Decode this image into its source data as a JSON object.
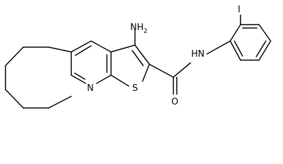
{
  "molecule": {
    "atoms": {
      "amine": {
        "main": "NH",
        "sub": "2"
      },
      "amide_nh": "HN",
      "iodine": "I",
      "pyridine_n": "N",
      "thiophene_s": "S",
      "carbonyl_o": "O"
    }
  }
}
